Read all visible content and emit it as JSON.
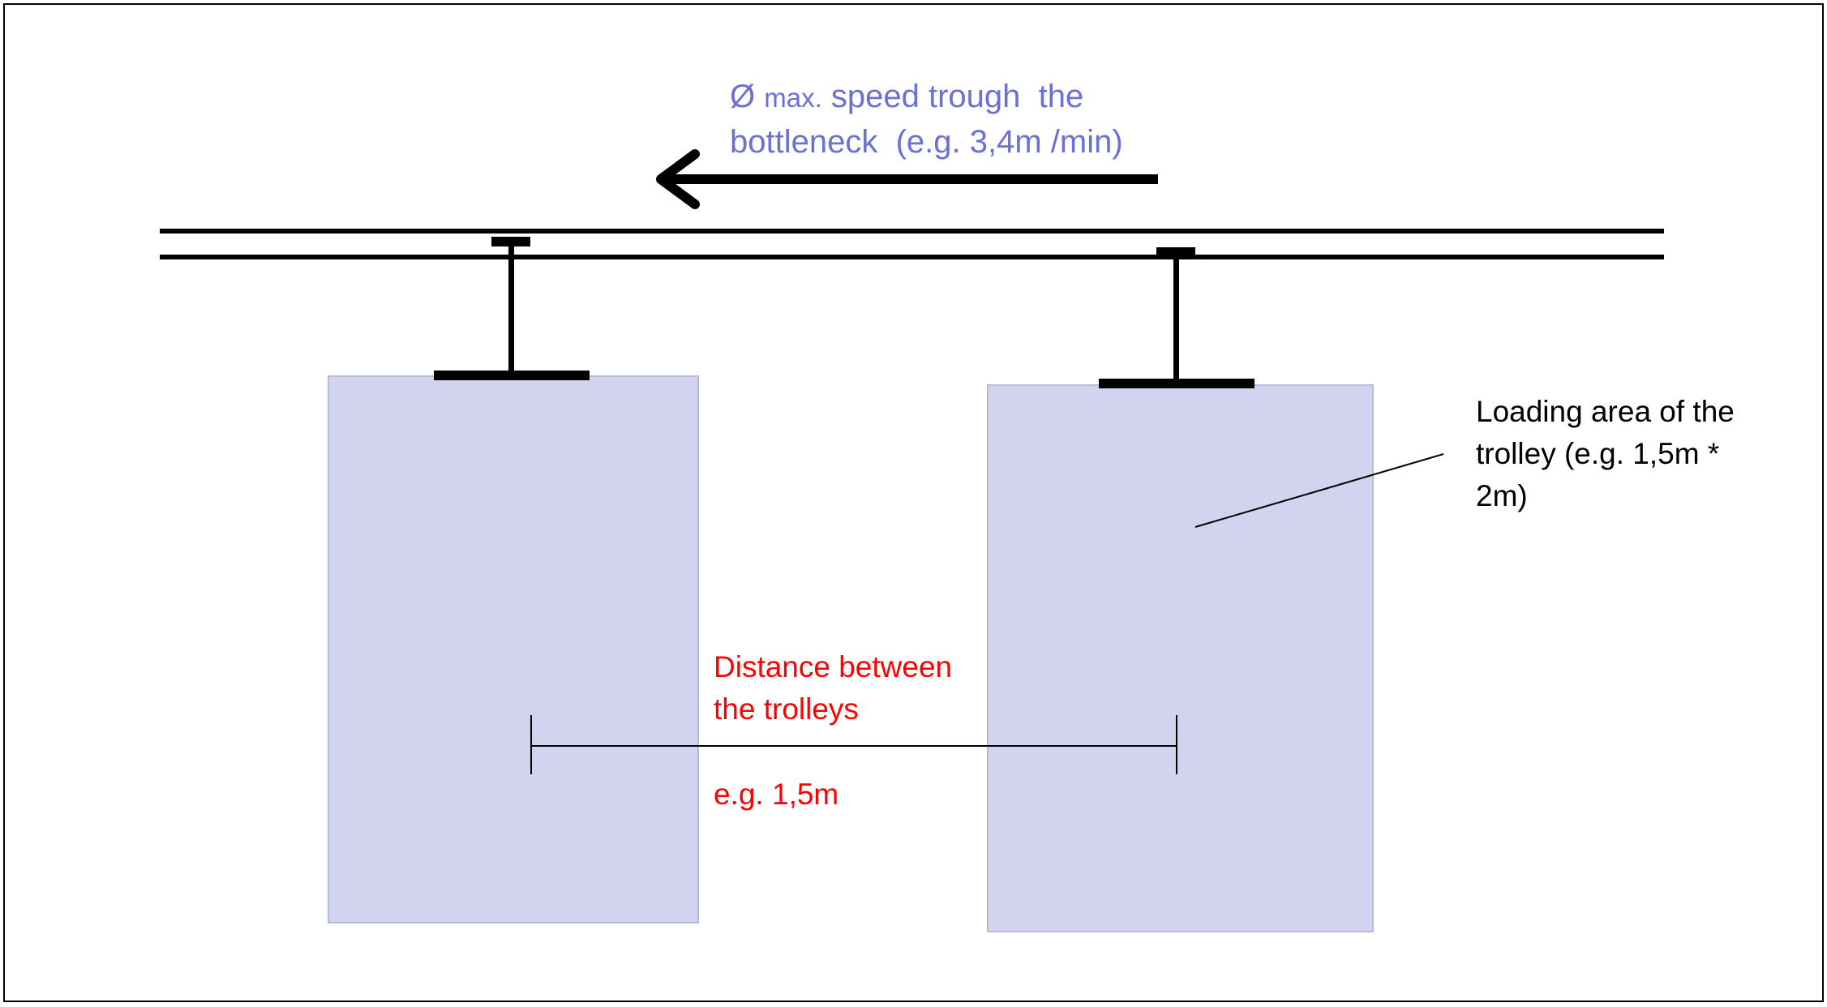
{
  "colors": {
    "border": "#000000",
    "rail": "#000000",
    "arrow": "#000000",
    "trolley_fill": "#d1d3ef",
    "trolley_stroke": "#b9bbd6",
    "speed_text": "#6b70d4",
    "distance_text": "#ff0000",
    "loading_text": "#000000"
  },
  "speed_annotation": {
    "symbol": "Ø",
    "max": "max.",
    "line1_rest": "speed trough  the",
    "line2": "bottleneck  (e.g. 3,4m /min)",
    "arrow_direction": "left"
  },
  "loading_annotation": {
    "line1": "Loading area of the",
    "line2": "trolley (e.g. 1,5m *",
    "line3": "2m)"
  },
  "distance_annotation": {
    "line1": "Distance between",
    "line2": "the trolleys",
    "example": "e.g. 1,5m"
  }
}
